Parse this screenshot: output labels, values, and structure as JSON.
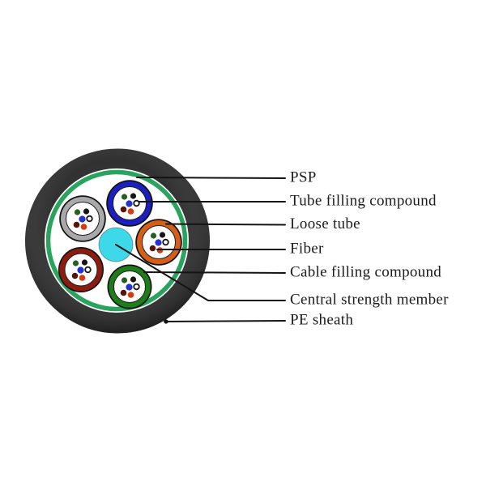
{
  "annotations": {
    "labels": [
      {
        "text": "PSP"
      },
      {
        "text": "Tube filling compound"
      },
      {
        "text": "Loose tube"
      },
      {
        "text": "Fiber"
      },
      {
        "text": "Cable filling compound"
      },
      {
        "text": "Central strength member"
      },
      {
        "text": "PE sheath"
      }
    ]
  },
  "colors": {
    "background": "#ffffff",
    "pe_sheath": "#262626",
    "psp_ring": "#2aa35e",
    "interior": "#ffffff",
    "central_member": "#3ed9e9",
    "tube_blue": "#1b1fc0",
    "tube_gray": "#a9a9ab",
    "tube_orange": "#d65f17",
    "tube_darkred": "#8e1b10",
    "tube_green": "#1d7d1b",
    "fiber_green": "#265e24",
    "fiber_black": "#161616",
    "fiber_blue": "#2433cf",
    "fiber_white": "#ffffff",
    "fiber_maroon": "#571309",
    "fiber_red": "#cf3c17",
    "line": "#141414",
    "text": "#1b1b1b"
  }
}
